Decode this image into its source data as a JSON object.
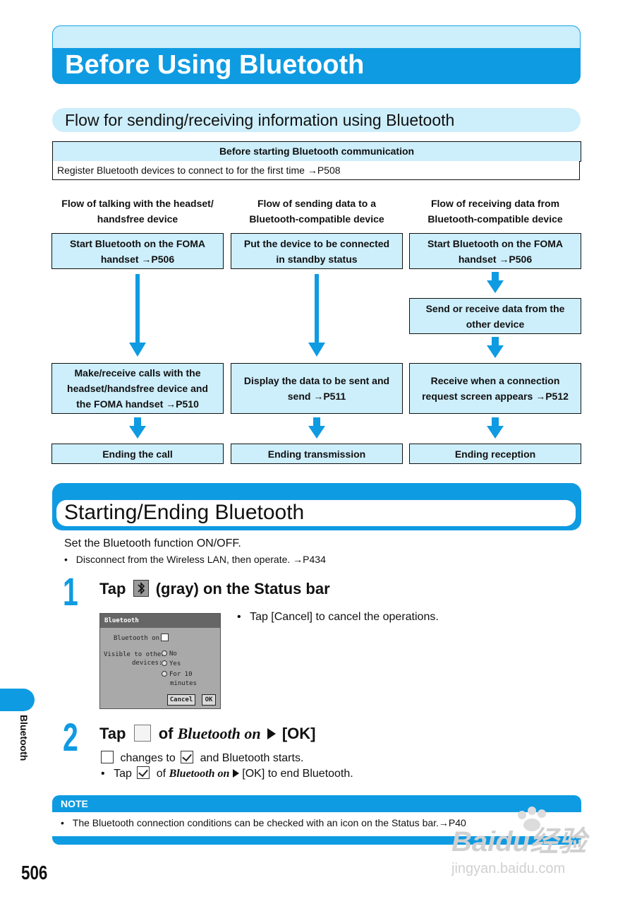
{
  "header": {
    "title": "Before Using Bluetooth"
  },
  "flow": {
    "section_title": "Flow for sending/receiving information using Bluetooth",
    "before": {
      "header": "Before starting Bluetooth communication",
      "text": "Register Bluetooth devices to connect to for the first time →P508"
    },
    "columns": [
      {
        "heading_line1": "Flow of talking with the headset/",
        "heading_line2": "handsfree device",
        "step1_line1": "Start Bluetooth on the FOMA",
        "step1_line2": "handset →P506",
        "step2_line1": "Make/receive calls with the",
        "step2_line2": "headset/handsfree device and",
        "step2_line3": "the FOMA handset →P510",
        "end": "Ending the call"
      },
      {
        "heading_line1": "Flow of sending data to a",
        "heading_line2": "Bluetooth-compatible device",
        "step1_line1": "Put the device to be connected",
        "step1_line2": "in standby status",
        "step2_line1": "Display the data to be sent and",
        "step2_line2": "send →P511",
        "end": "Ending transmission"
      },
      {
        "heading_line1": "Flow of receiving data from",
        "heading_line2": "Bluetooth-compatible device",
        "step1_line1": "Start Bluetooth on the FOMA",
        "step1_line2": "handset →P506",
        "mid_line1": "Send or receive data from the",
        "mid_line2": "other device",
        "step2_line1": "Receive when a connection",
        "step2_line2": "request screen appears →P512",
        "end": "Ending reception"
      }
    ]
  },
  "starting": {
    "title": "Starting/Ending Bluetooth",
    "intro": "Set the Bluetooth function ON/OFF.",
    "bullet": "Disconnect from the Wireless LAN, then operate. →P434",
    "step1": {
      "number": "1",
      "title_tap": "Tap",
      "title_rest": "(gray) on the Status bar",
      "note": "Tap [Cancel] to cancel the operations."
    },
    "screen": {
      "title": "Bluetooth",
      "bt_on_label": "Bluetooth on:",
      "visible_label_1": "Visible to other",
      "visible_label_2": "devices:",
      "opt_no": "No",
      "opt_yes": "Yes",
      "opt_10_1": "For 10",
      "opt_10_2": "minutes",
      "cancel": "Cancel",
      "ok": "OK"
    },
    "step2": {
      "number": "2",
      "title_tap": "Tap",
      "title_of": "of",
      "title_item": "Bluetooth on",
      "title_ok": "[OK]",
      "line1_changes": "changes to",
      "line1_end": "and Bluetooth starts.",
      "bullet_tap": "Tap",
      "bullet_of": "of",
      "bullet_item": "Bluetooth on",
      "bullet_end": "[OK] to end Bluetooth."
    }
  },
  "note": {
    "label": "NOTE",
    "text": "The Bluetooth connection conditions can be checked with an icon on the Status bar.→P40"
  },
  "side_label": "Bluetooth",
  "page_number": "506",
  "watermark": {
    "logo": "Baidu经验",
    "url": "jingyan.baidu.com"
  },
  "colors": {
    "accent": "#0f9be2",
    "light": "#cdeefb"
  }
}
